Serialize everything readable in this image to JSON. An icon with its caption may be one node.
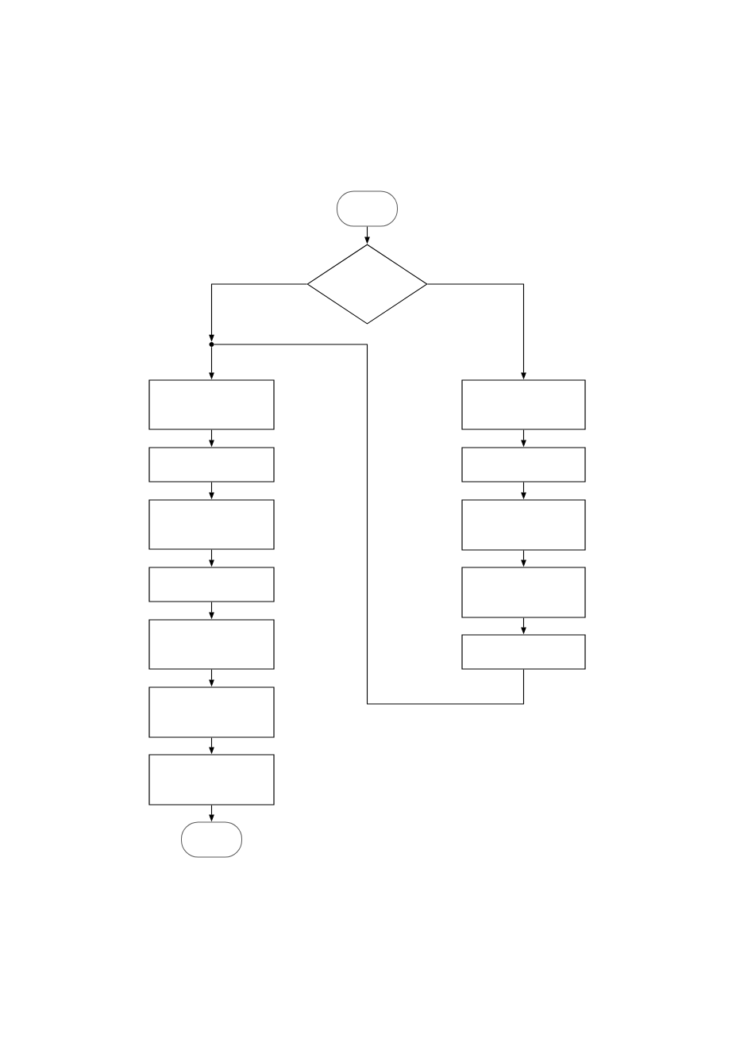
{
  "diagram": {
    "nodes": [
      {
        "text": [],
        "shape": "oval"
      },
      {
        "text": [],
        "shape": "diamond"
      },
      {
        "text": [],
        "shape": "dot"
      },
      {
        "text": [],
        "shape": "box"
      },
      {
        "text": [],
        "shape": "box"
      },
      {
        "text": [],
        "shape": "box"
      },
      {
        "text": [],
        "shape": "box"
      },
      {
        "text": [],
        "shape": "box"
      },
      {
        "text": [],
        "shape": "box"
      },
      {
        "text": [],
        "shape": "box"
      },
      {
        "text": [],
        "shape": "oval"
      },
      {
        "text": [],
        "shape": "box"
      },
      {
        "text": [],
        "shape": "box"
      },
      {
        "text": [],
        "shape": "box"
      },
      {
        "text": [],
        "shape": "box"
      },
      {
        "text": [],
        "shape": "box"
      }
    ],
    "edges": [
      {
        "from": 0,
        "to": 1,
        "arrow": "to"
      },
      {
        "from": 1,
        "to": 2,
        "arrow": "to"
      },
      {
        "from": 1,
        "to": 11,
        "arrow": "to"
      },
      {
        "from": 2,
        "to": 3,
        "arrow": "to"
      },
      {
        "from": 3,
        "to": 4,
        "arrow": "to"
      },
      {
        "from": 4,
        "to": 5,
        "arrow": "to"
      },
      {
        "from": 5,
        "to": 6,
        "arrow": "to"
      },
      {
        "from": 6,
        "to": 7,
        "arrow": "to"
      },
      {
        "from": 7,
        "to": 8,
        "arrow": "to"
      },
      {
        "from": 8,
        "to": 9,
        "arrow": "to"
      },
      {
        "from": 9,
        "to": 10,
        "arrow": "to"
      },
      {
        "from": 11,
        "to": 12,
        "arrow": "to"
      },
      {
        "from": 12,
        "to": 13,
        "arrow": "to"
      },
      {
        "from": 13,
        "to": 14,
        "arrow": "to"
      },
      {
        "from": 14,
        "to": 15,
        "arrow": "to"
      },
      {
        "from": 15,
        "to": 2,
        "arrow": "none"
      }
    ]
  }
}
